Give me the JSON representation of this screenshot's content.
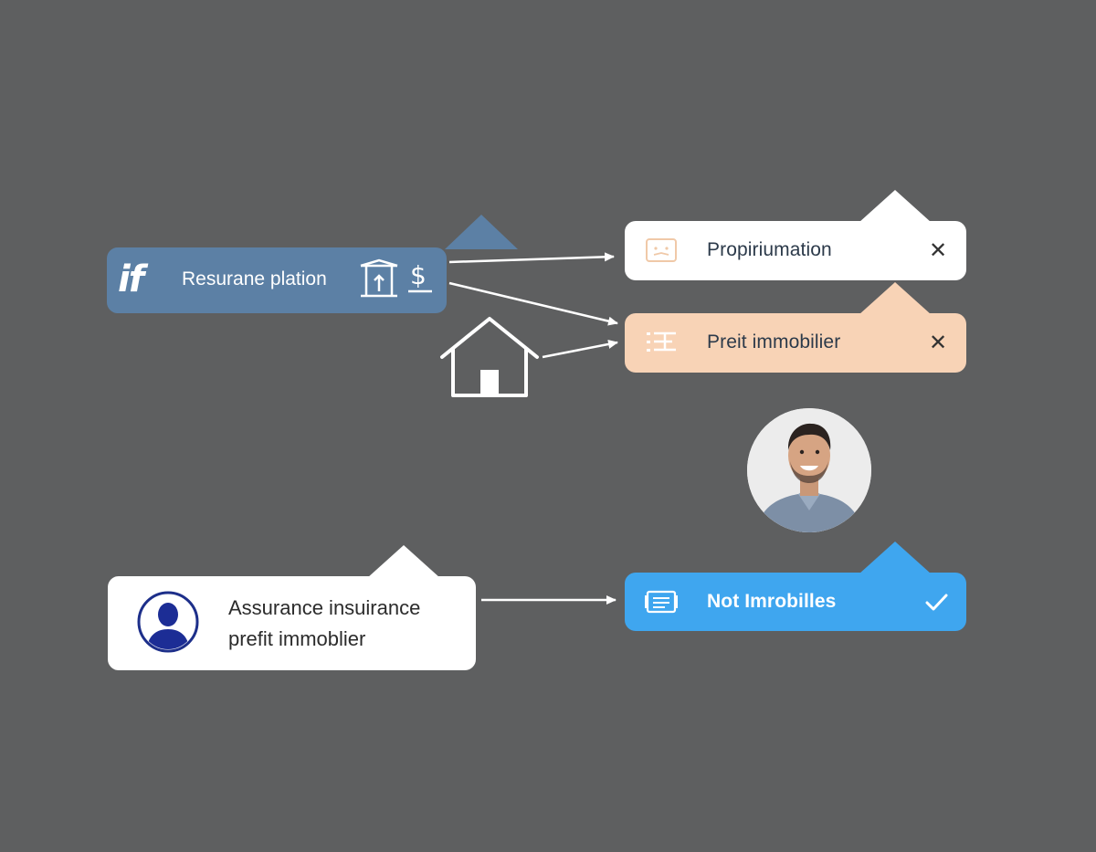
{
  "source_card": {
    "logo": "if",
    "label": "Resurane plation",
    "icons": [
      "bank-icon",
      "dollar-icon"
    ],
    "color": "#5c80a5"
  },
  "targets": [
    {
      "label": "Propiriumation",
      "icon": "certificate-icon",
      "action": "close",
      "action_symbol": "✕",
      "color": "#ffffff"
    },
    {
      "label": "Preit immobilier",
      "icon": "list-icon",
      "action": "close",
      "action_symbol": "✕",
      "color": "#f8d3b6"
    }
  ],
  "house_icon": "house-icon",
  "assurance_card": {
    "line1": "Assurance insuirance",
    "line2": "prefit immoblier",
    "icon": "user-avatar-icon",
    "color": "#ffffff"
  },
  "result_card": {
    "label": "Not Imrobilles",
    "icon": "document-icon",
    "action": "check",
    "color": "#3fa6ef"
  },
  "profile_photo": "person-photo",
  "background_color": "#5e5f60"
}
